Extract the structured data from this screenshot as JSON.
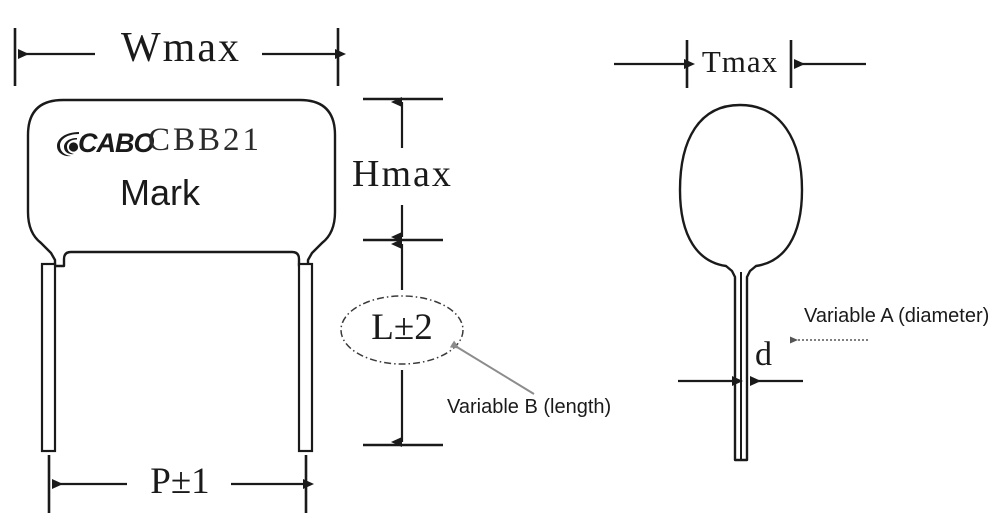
{
  "diagram": {
    "title": "CBB21 capacitor outline drawing",
    "background_color": "#ffffff",
    "line_color": "#1a1a1a",
    "leader_color": "#8c8c8c"
  },
  "front_view": {
    "name": "front-view",
    "brand_logo_text": "CABO",
    "part_number": "CBB21",
    "mark_label": "Mark",
    "dimensions": {
      "width_label": "Wmax",
      "height_label": "Hmax",
      "lead_length_label": "L±2",
      "pitch_label": "P±1"
    }
  },
  "side_view": {
    "name": "side-view",
    "dimensions": {
      "thickness_label": "Tmax",
      "lead_diameter_label": "d"
    }
  },
  "annotations": [
    {
      "id": "variable-b",
      "text": "Variable B (length)"
    },
    {
      "id": "variable-a",
      "text": "Variable A (diameter)"
    }
  ]
}
